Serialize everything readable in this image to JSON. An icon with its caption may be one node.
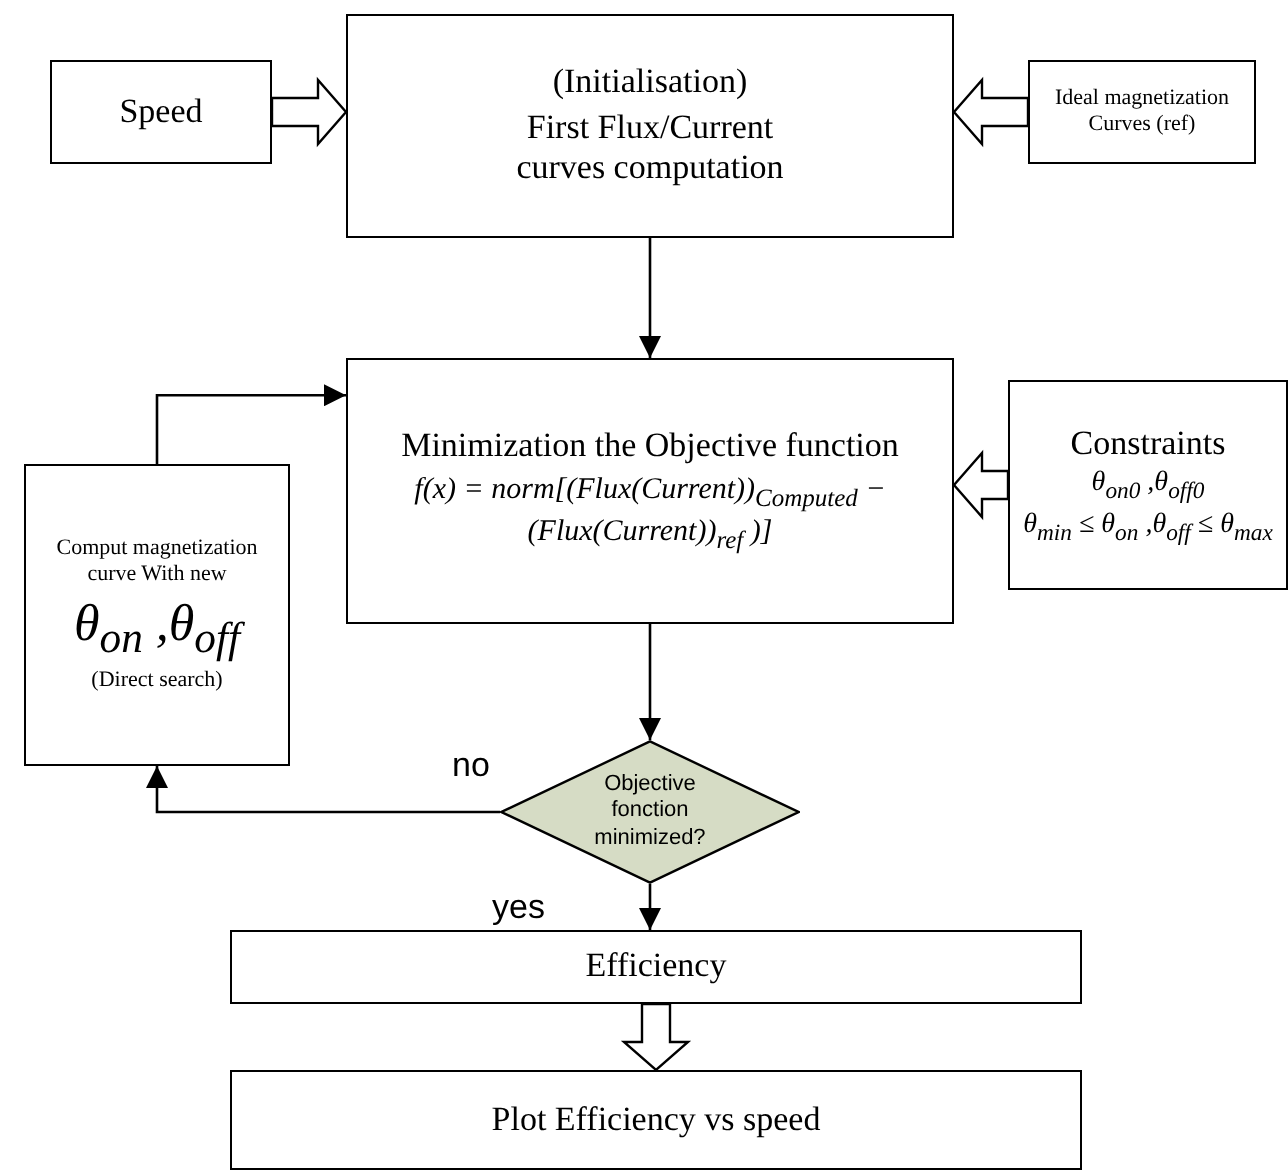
{
  "diagram": {
    "nodes": [
      {
        "text": [
          "Speed"
        ]
      },
      {
        "text": [
          "(Initialisation)",
          "First Flux/Current curves computation"
        ]
      },
      {
        "text": [
          "Ideal magnetization Curves (ref)"
        ]
      },
      {
        "text": [
          "Minimization the Objective function",
          "f(x) = norm[(Flux(Current))$_{Computed}$ −(Flux(Current))$_{ref}$ )]"
        ]
      },
      {
        "text": [
          "Constraints",
          "θ$_{on0}$ ,θ$_{off0}$",
          "θ$_{min}$ ≤ θ$_{on}$ ,θ$_{off}$ ≤ θ$_{max}$"
        ]
      },
      {
        "text": [
          "Comput magnetization curve With new",
          "θ$_{on}$ ,θ$_{off}$",
          "(Direct search)"
        ]
      },
      {
        "text": [
          "Objective fonction minimized?"
        ]
      },
      {
        "text": [
          "Efficiency"
        ]
      },
      {
        "text": [
          "Plot Efficiency vs speed"
        ]
      }
    ],
    "edges": [
      {
        "from": 0,
        "to": 1,
        "arrow": "to",
        "style": "thick"
      },
      {
        "from": 2,
        "to": 1,
        "arrow": "to",
        "style": "thick"
      },
      {
        "from": 1,
        "to": 3,
        "arrow": "to"
      },
      {
        "from": 4,
        "to": 3,
        "arrow": "to",
        "style": "thick"
      },
      {
        "from": 3,
        "to": 6,
        "arrow": "to"
      },
      {
        "from": 6,
        "to": 5,
        "arrow": "to",
        "label": "no"
      },
      {
        "from": 5,
        "to": 3,
        "arrow": "to"
      },
      {
        "from": 6,
        "to": 7,
        "arrow": "to",
        "label": "yes"
      },
      {
        "from": 7,
        "to": 8,
        "arrow": "to",
        "style": "thick"
      }
    ]
  }
}
